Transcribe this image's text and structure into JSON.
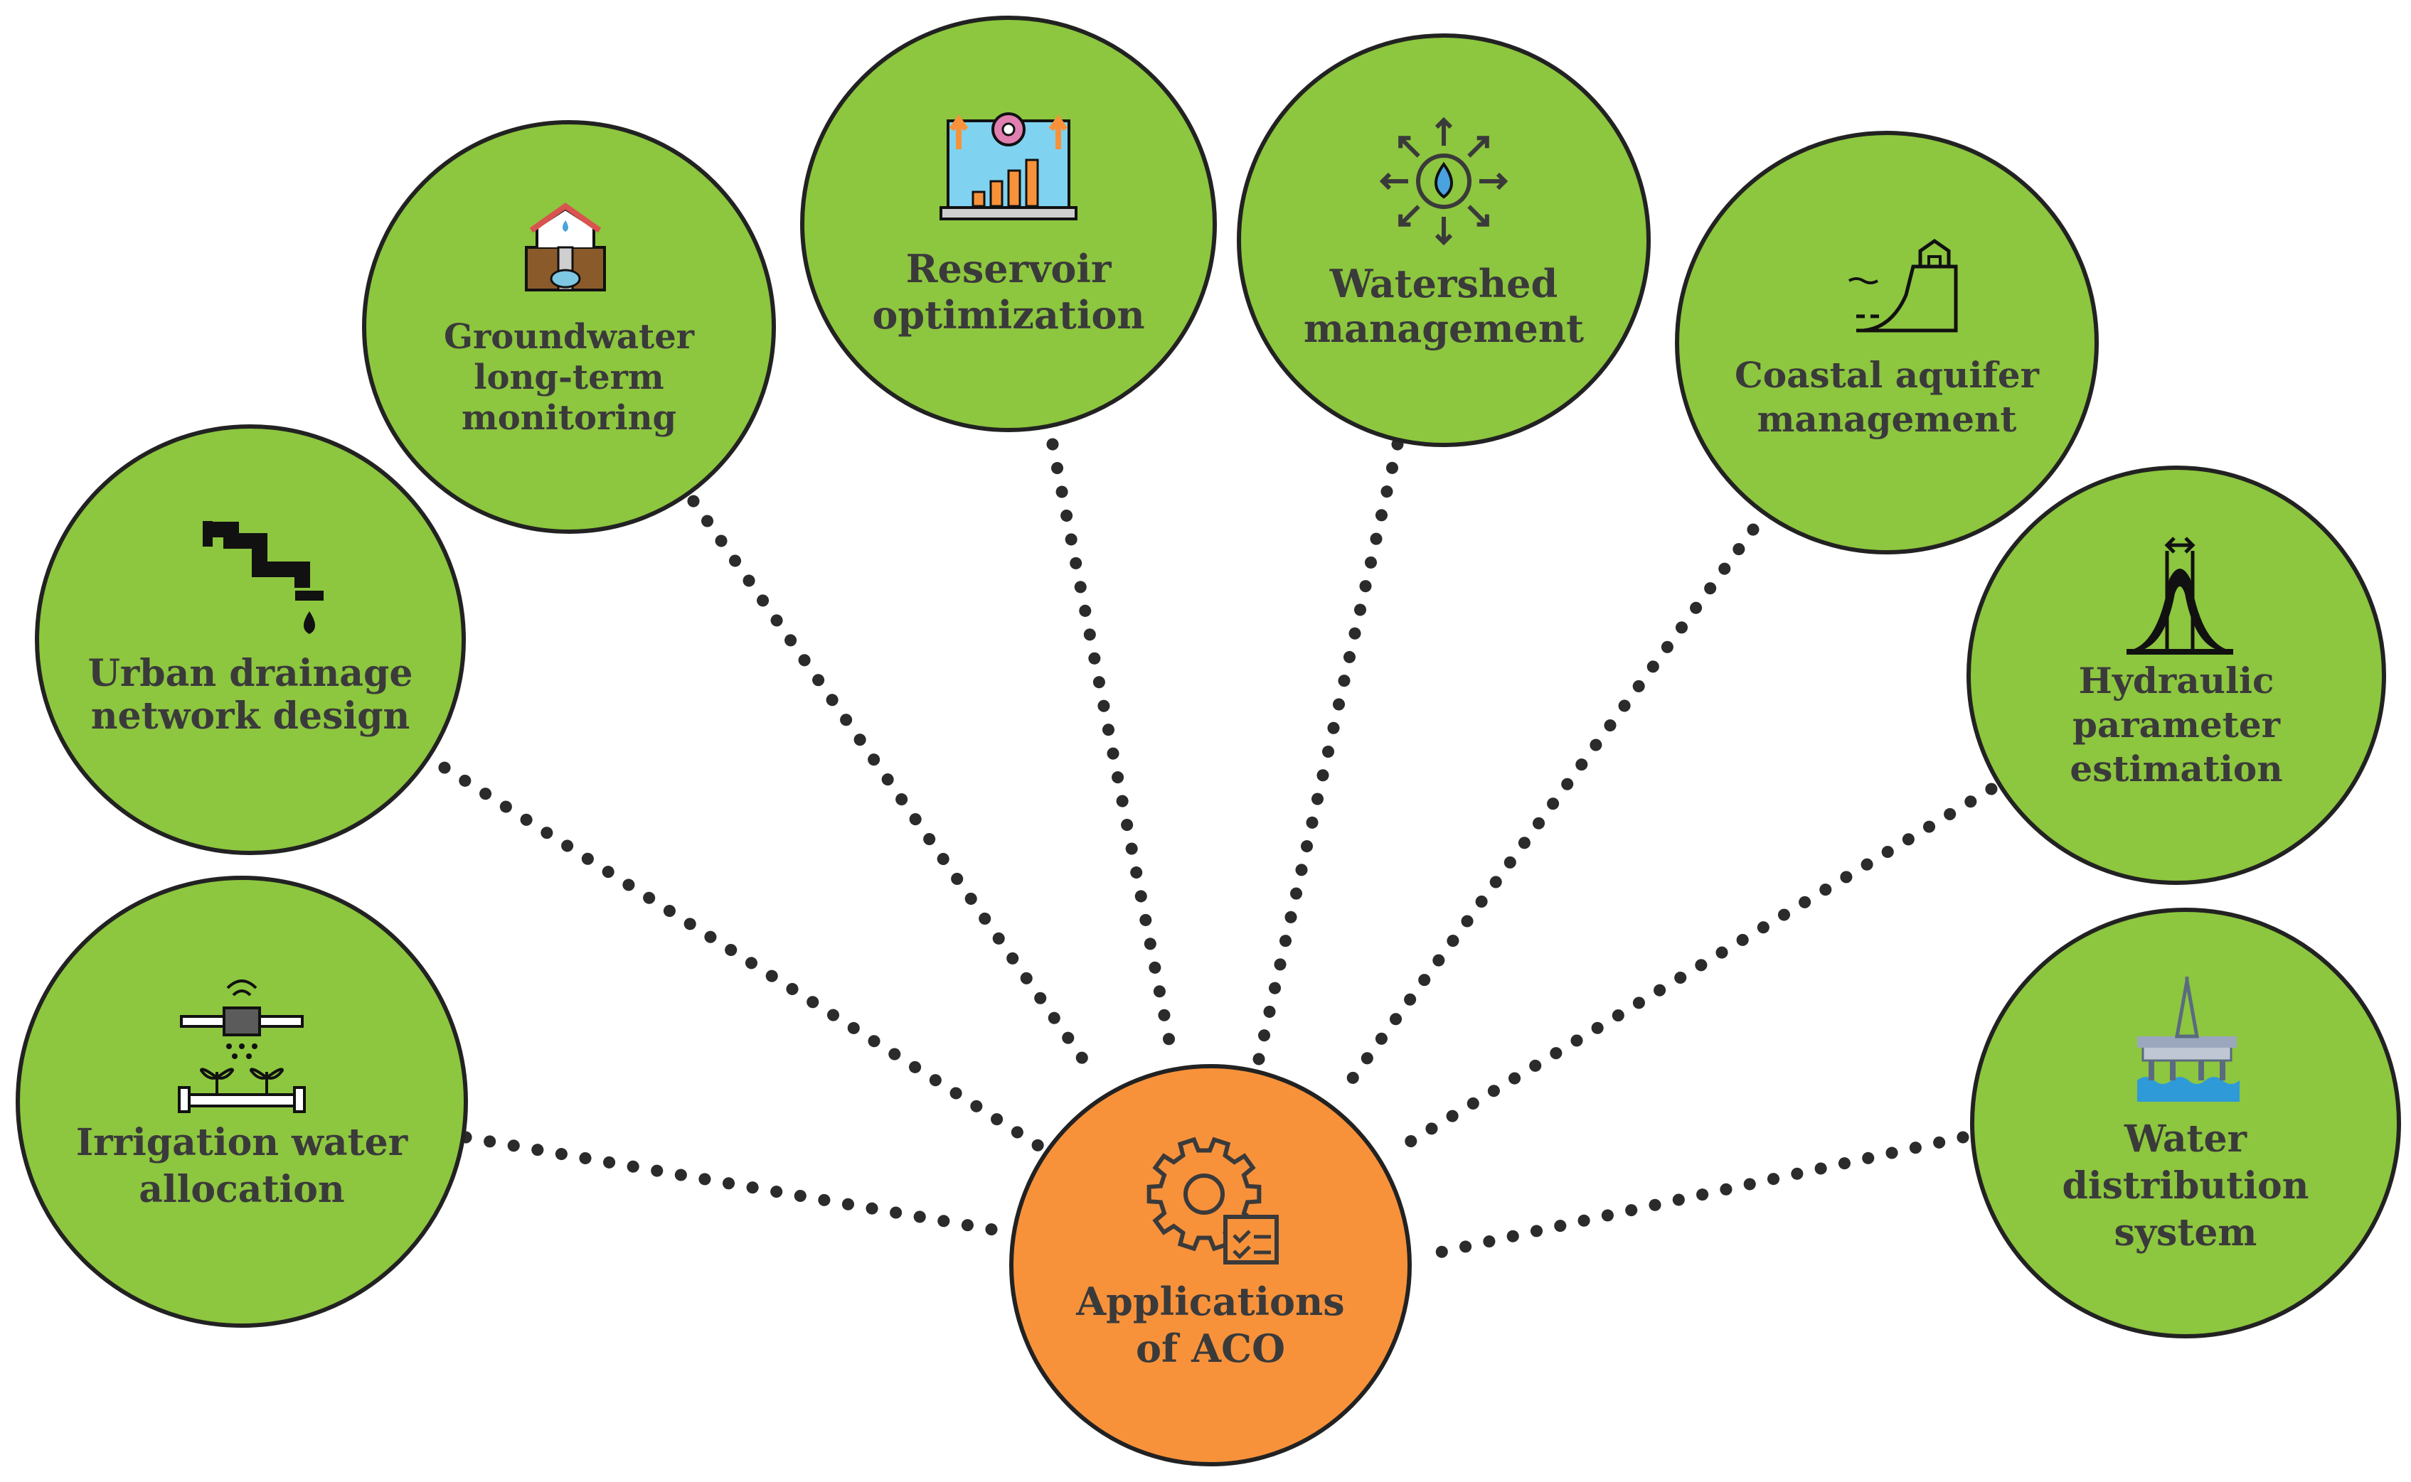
{
  "colors": {
    "node_fill": "#8dc63f",
    "hub_fill": "#f7923b",
    "outline": "#222222",
    "connector": "#2b2b2b",
    "text": "#3a3a3a"
  },
  "hub": {
    "id": "hub",
    "label_lines": [
      "Applications",
      "of ACO"
    ],
    "icon": "gear-with-checklist-icon"
  },
  "nodes": [
    {
      "id": "irrigation",
      "label_lines": [
        "Irrigation water",
        "allocation"
      ],
      "icon": "sprinkler-icon"
    },
    {
      "id": "urban-drainage",
      "label_lines": [
        "Urban drainage",
        "network design"
      ],
      "icon": "pipe-drip-icon"
    },
    {
      "id": "groundwater",
      "label_lines": [
        "Groundwater",
        "long-term",
        "monitoring"
      ],
      "icon": "groundwater-well-icon"
    },
    {
      "id": "reservoir",
      "label_lines": [
        "Reservoir",
        "optimization"
      ],
      "icon": "reservoir-chart-icon"
    },
    {
      "id": "watershed",
      "label_lines": [
        "Watershed",
        "management"
      ],
      "icon": "water-drop-arrows-icon"
    },
    {
      "id": "coastal",
      "label_lines": [
        "Coastal aquifer",
        "management"
      ],
      "icon": "coastal-cliff-icon"
    },
    {
      "id": "hydraulic",
      "label_lines": [
        "Hydraulic",
        "parameter",
        "estimation"
      ],
      "icon": "bell-curve-icon"
    },
    {
      "id": "water-distribution",
      "label_lines": [
        "Water",
        "distribution",
        "system"
      ],
      "icon": "offshore-platform-icon"
    }
  ]
}
